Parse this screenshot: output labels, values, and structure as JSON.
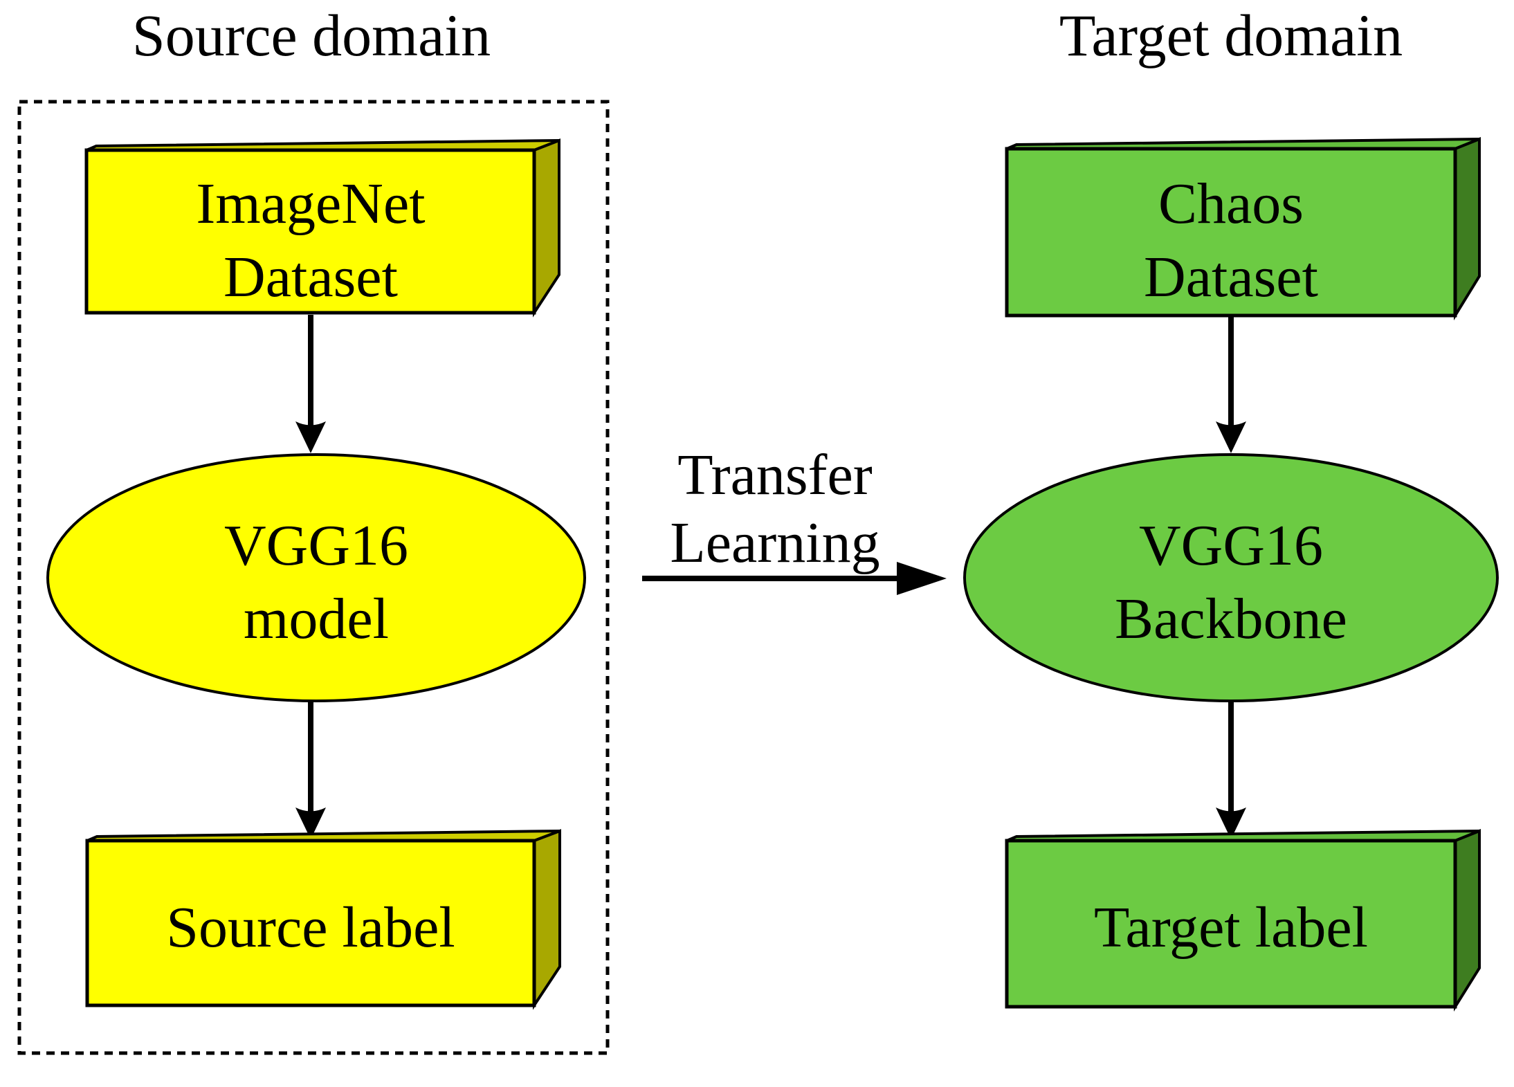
{
  "diagram": {
    "type": "flow-diagram",
    "description": "Transfer learning from source domain (ImageNet, VGG16 model) to target domain (Chaos dataset, VGG16 backbone)"
  },
  "colors": {
    "background": "#FFFFFF",
    "outline": "#000000",
    "yellow_front": "#FFFF00",
    "yellow_top": "#CDCD00",
    "yellow_side": "#A8A800",
    "green_front": "#6CCB43",
    "green_top": "#63BE3C",
    "green_side": "#3E7D20"
  },
  "source_domain": {
    "title": "Source domain",
    "dataset_box": {
      "line1": "ImageNet",
      "line2": "Dataset"
    },
    "model_ellipse": {
      "line1": "VGG16",
      "line2": "model"
    },
    "label_box": {
      "text": "Source label"
    }
  },
  "target_domain": {
    "title": "Target domain",
    "dataset_box": {
      "line1": "Chaos",
      "line2": "Dataset"
    },
    "model_ellipse": {
      "line1": "VGG16",
      "line2": "Backbone"
    },
    "label_box": {
      "text": "Target label"
    }
  },
  "transfer": {
    "line1": "Transfer",
    "line2": "Learning"
  }
}
